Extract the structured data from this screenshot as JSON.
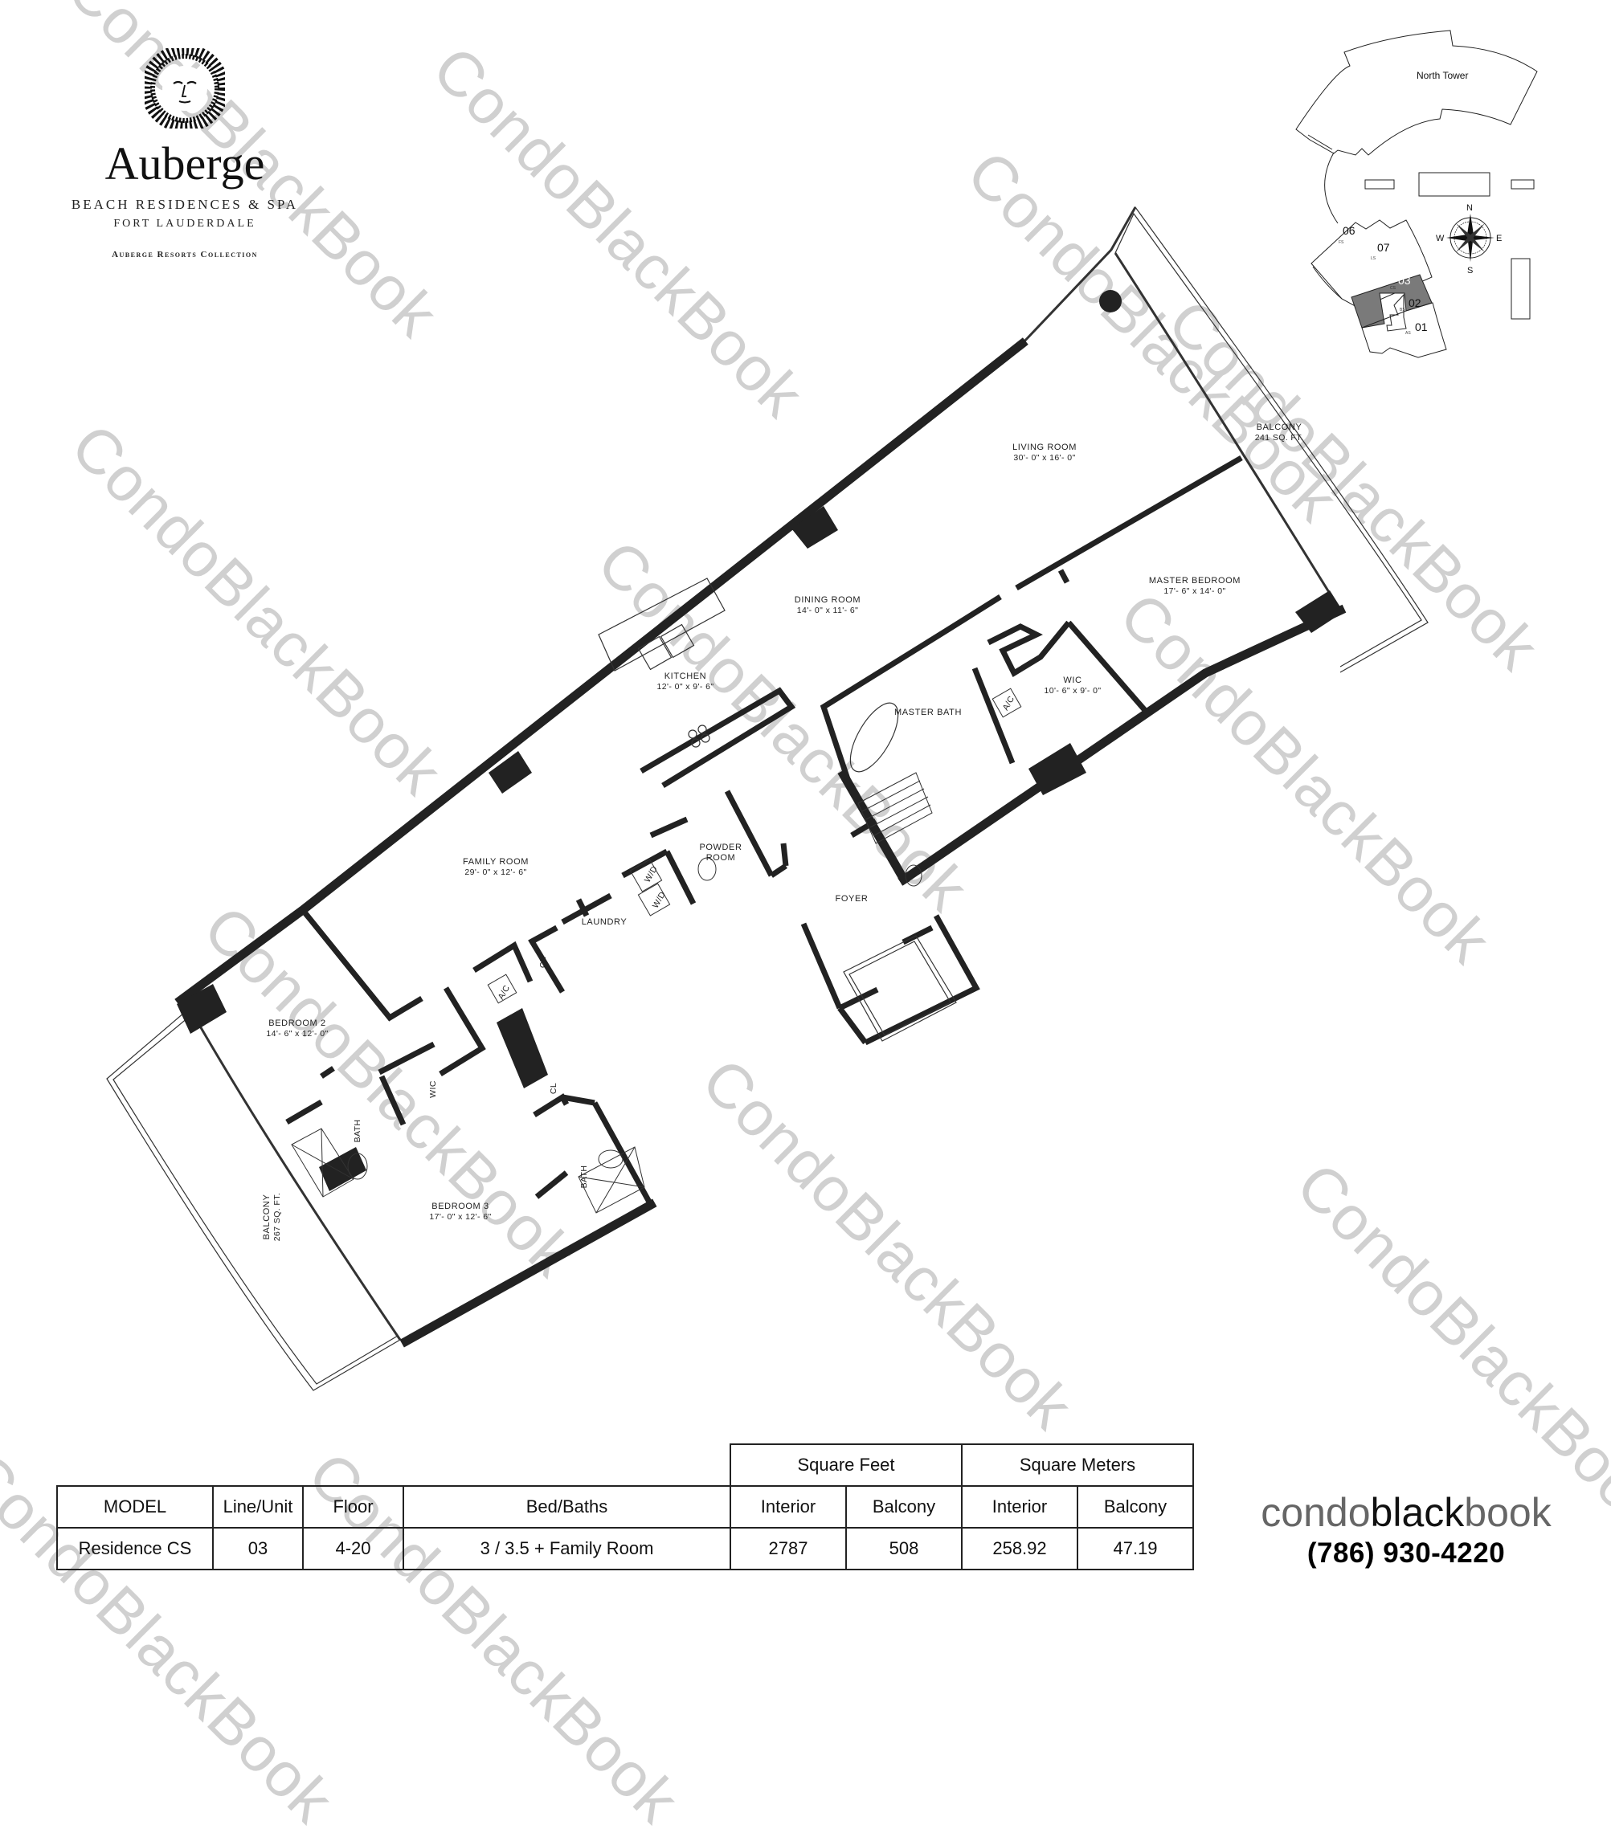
{
  "brand": {
    "name": "Auberge",
    "line1": "BEACH RESIDENCES & SPA",
    "line2": "FORT LAUDERDALE",
    "line3": "Auberge Resorts Collection",
    "logo_icon": "sun-face-icon"
  },
  "keyplan": {
    "tower_label": "North Tower",
    "units": [
      {
        "number": "06",
        "code": "FS",
        "highlighted": false
      },
      {
        "number": "07",
        "code": "LS",
        "highlighted": false
      },
      {
        "number": "03",
        "code": "CS",
        "highlighted": true
      },
      {
        "number": "02",
        "code": "BS",
        "highlighted": false
      },
      {
        "number": "01",
        "code": "AS",
        "highlighted": false
      }
    ],
    "compass": {
      "n": "N",
      "s": "S",
      "e": "E",
      "w": "W"
    },
    "highlight_color": "#7a7a7a"
  },
  "floorplan": {
    "rooms": [
      {
        "name": "LIVING ROOM",
        "dims": "30'- 0\" x 16'- 0\""
      },
      {
        "name": "DINING ROOM",
        "dims": "14'- 0\" x 11'- 6\""
      },
      {
        "name": "KITCHEN",
        "dims": "12'- 0\" x 9'- 6\""
      },
      {
        "name": "MASTER BEDROOM",
        "dims": "17'- 6\" x 14'- 0\""
      },
      {
        "name": "MASTER BATH",
        "dims": ""
      },
      {
        "name": "WIC",
        "dims": "10'- 6\" x 9'- 0\""
      },
      {
        "name": "FAMILY ROOM",
        "dims": "29'- 0\" x 12'- 6\""
      },
      {
        "name": "POWDER",
        "dims": "ROOM"
      },
      {
        "name": "LAUNDRY",
        "dims": ""
      },
      {
        "name": "FOYER",
        "dims": ""
      },
      {
        "name": "BEDROOM 2",
        "dims": "14'- 6\" x 12'- 0\""
      },
      {
        "name": "BEDROOM 3",
        "dims": "17'- 0\" x 12'- 6\""
      },
      {
        "name": "BALCONY",
        "dims": "241 SQ. FT."
      },
      {
        "name": "BALCONY",
        "dims": "267 SQ. FT."
      }
    ],
    "small_labels": {
      "ac": "A/C",
      "cl": "CL",
      "wd": "W/D",
      "bath": "BATH",
      "wic": "WIC"
    },
    "wall_color": "#222222"
  },
  "watermark": {
    "text": "CondoBlackBook",
    "color": "#d0d0d0"
  },
  "spec_table": {
    "group_headers": {
      "sqft": "Square Feet",
      "sqm": "Square Meters"
    },
    "headers": [
      "MODEL",
      "Line/Unit",
      "Floor",
      "Bed/Baths",
      "Interior",
      "Balcony",
      "Interior",
      "Balcony"
    ],
    "row": [
      "Residence CS",
      "03",
      "4-20",
      "3 / 3.5 + Family Room",
      "2787",
      "508",
      "258.92",
      "47.19"
    ]
  },
  "footer": {
    "logo_part1": "condo",
    "logo_part2": "black",
    "logo_part3": "book",
    "phone": "(786) 930-4220"
  }
}
